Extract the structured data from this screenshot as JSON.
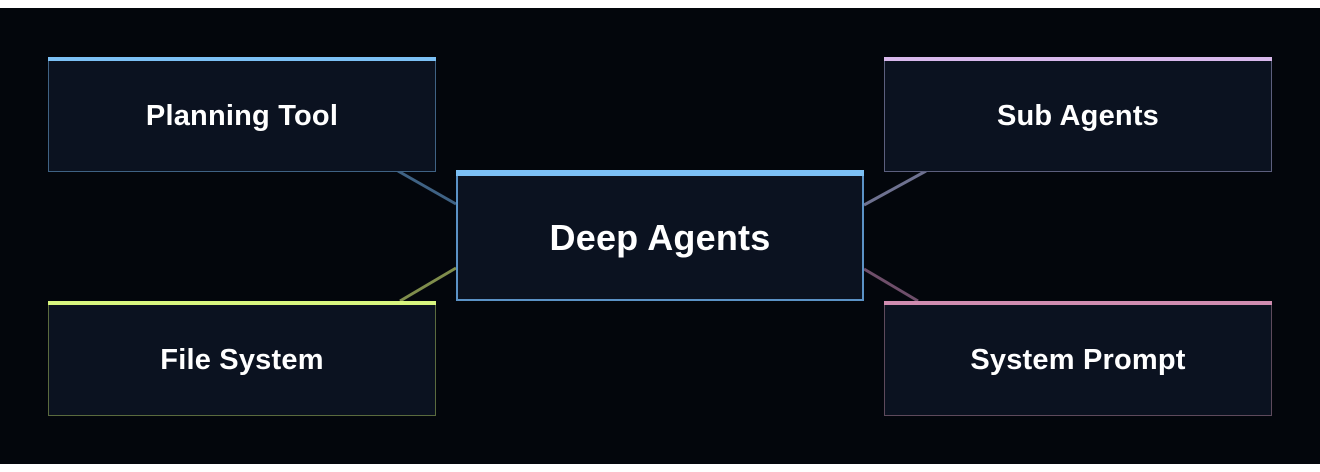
{
  "diagram": {
    "center": {
      "label": "Deep Agents",
      "accent": "#7cc0f5"
    },
    "nodes": [
      {
        "id": "planning",
        "label": "Planning Tool",
        "accent": "#7cc0f5"
      },
      {
        "id": "sub",
        "label": "Sub Agents",
        "accent": "#d8b8ec"
      },
      {
        "id": "file",
        "label": "File System",
        "accent": "#d8f57f"
      },
      {
        "id": "prompt",
        "label": "System Prompt",
        "accent": "#d08cb0"
      }
    ],
    "connector_colors": {
      "planning": "#3f6284",
      "sub": "#6e7190",
      "file": "#7f8d4c",
      "prompt": "#6e4e6a"
    },
    "background": "#03060c"
  }
}
